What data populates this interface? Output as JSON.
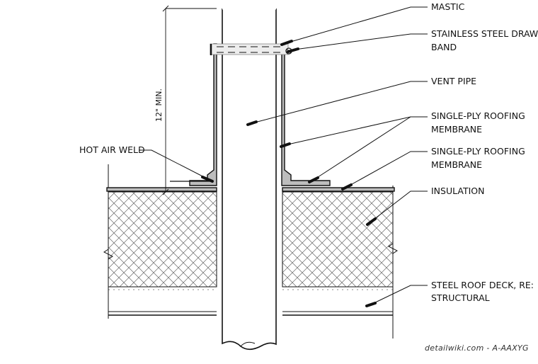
{
  "labels": {
    "mastic": "MASTIC",
    "draw_band_1": "STAINLESS STEEL DRAW",
    "draw_band_2": "BAND",
    "vent_pipe": "VENT PIPE",
    "membrane_a_1": "SINGLE-PLY ROOFING",
    "membrane_a_2": "MEMBRANE",
    "membrane_b_1": "SINGLE-PLY ROOFING",
    "membrane_b_2": "MEMBRANE",
    "insulation": "INSULATION",
    "deck_1": "STEEL ROOF DECK, RE:",
    "deck_2": "STRUCTURAL",
    "hot_air_weld": "HOT AIR WELD",
    "dimension": "12\" MIN.",
    "credit": "detailwiki.com - A-AAXYG"
  },
  "colors": {
    "line": "#111111",
    "membrane_fill": "#bdbdbd",
    "hatch": "#555555"
  }
}
